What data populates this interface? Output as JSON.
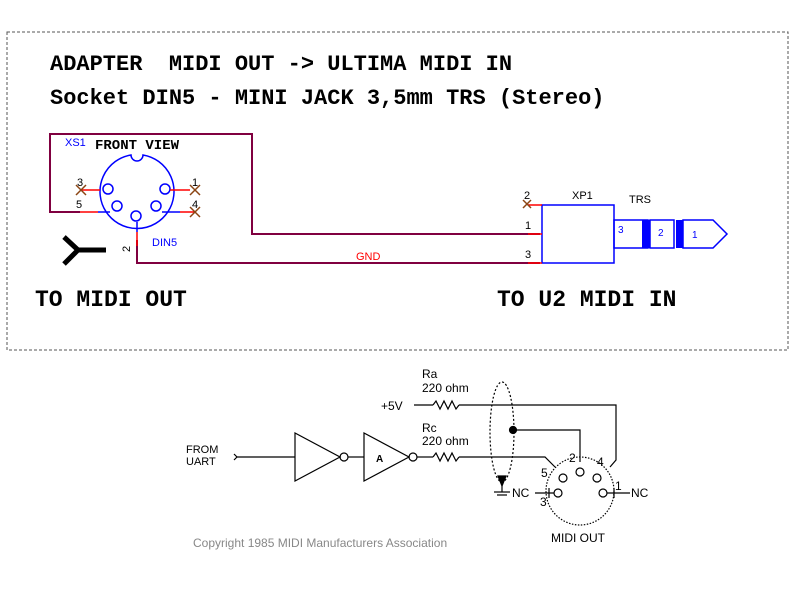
{
  "adapter": {
    "title_line1": "ADAPTER  MIDI OUT -> ULTIMA MIDI IN",
    "title_line2": "Socket DIN5 - MINI JACK 3,5mm TRS (Stereo)",
    "left_label": "TO MIDI OUT",
    "right_label": "TO U2 MIDI IN",
    "din": {
      "ref": "XS1",
      "view_label": "FRONT VIEW",
      "type": "DIN5",
      "pins": [
        "1",
        "2",
        "3",
        "4",
        "5"
      ]
    },
    "jack": {
      "ref": "XP1",
      "type": "TRS",
      "pins": [
        "2",
        "1",
        "3"
      ],
      "plug_segments": [
        "3",
        "2",
        "1"
      ]
    },
    "net_label": "GND",
    "colors": {
      "wire": "#800040",
      "pin_stub": "#ff0000",
      "symbol": "#0000ff",
      "nc_mark": "#8b4513",
      "net_label": "#ff0000",
      "text": "#000000",
      "border": "#555555"
    }
  },
  "midi_out_circuit": {
    "input_label_line1": "FROM",
    "input_label_line2": "UART",
    "buffer_label": "A",
    "supply_label": "+5V",
    "resistor_a": {
      "name": "Ra",
      "value": "220 ohm"
    },
    "resistor_c": {
      "name": "Rc",
      "value": "220 ohm"
    },
    "connector_label": "MIDI OUT",
    "pins": [
      "1",
      "2",
      "3",
      "4",
      "5"
    ],
    "nc_label": "NC",
    "copyright": "Copyright 1985 MIDI Manufacturers Association"
  }
}
